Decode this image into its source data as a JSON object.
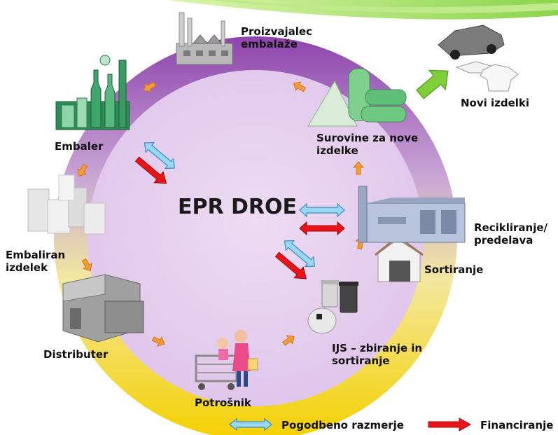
{
  "center_title": "EPR DROE",
  "stages": {
    "producer": "Proizvajalec\nembalaže",
    "packer": "Embaler",
    "packaged_product": "Embaliran\nizdelek",
    "distributor": "Distributer",
    "consumer": "Potrošnik",
    "ijs": "IJS – zbiranje in\nsortiranje",
    "sorting": "Sortiranje",
    "recycling": "Recikliranje/\npredelava",
    "raw_materials": "Surovine za nove\nizdelke",
    "new_products": "Novi izdelki"
  },
  "legend": {
    "contract": "Pogodbeno razmerje",
    "financing": "Financiranje"
  },
  "colors": {
    "ring_top": "#9b59b6",
    "ring_bottom": "#f2d600",
    "inner_circle": "#e6d3ef",
    "flow_arrow": "#f39c35",
    "contract_arrow": "#8ed0f0",
    "financing_arrow": "#e8141c",
    "new_products_arrow": "#6fc23a",
    "corner_stripe": "#9ad84a"
  }
}
